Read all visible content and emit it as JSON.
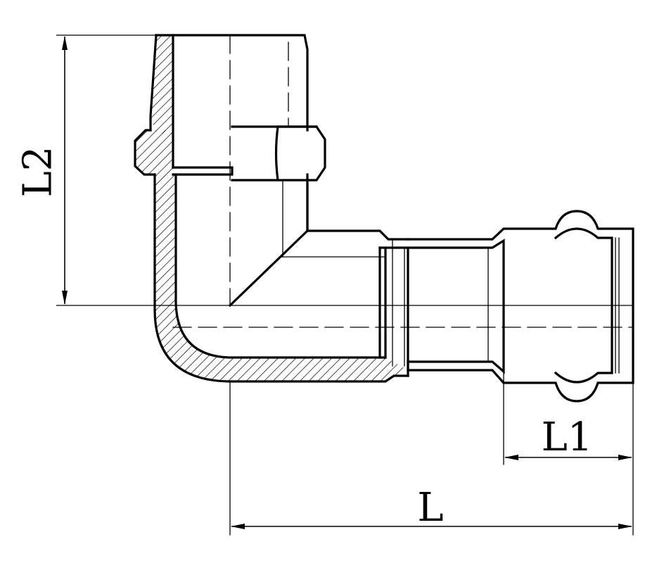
{
  "drawing": {
    "dimensions": {
      "l2": "L2",
      "l1": "L1",
      "l": "L"
    },
    "colors": {
      "line": "#000000",
      "background": "#ffffff"
    }
  }
}
